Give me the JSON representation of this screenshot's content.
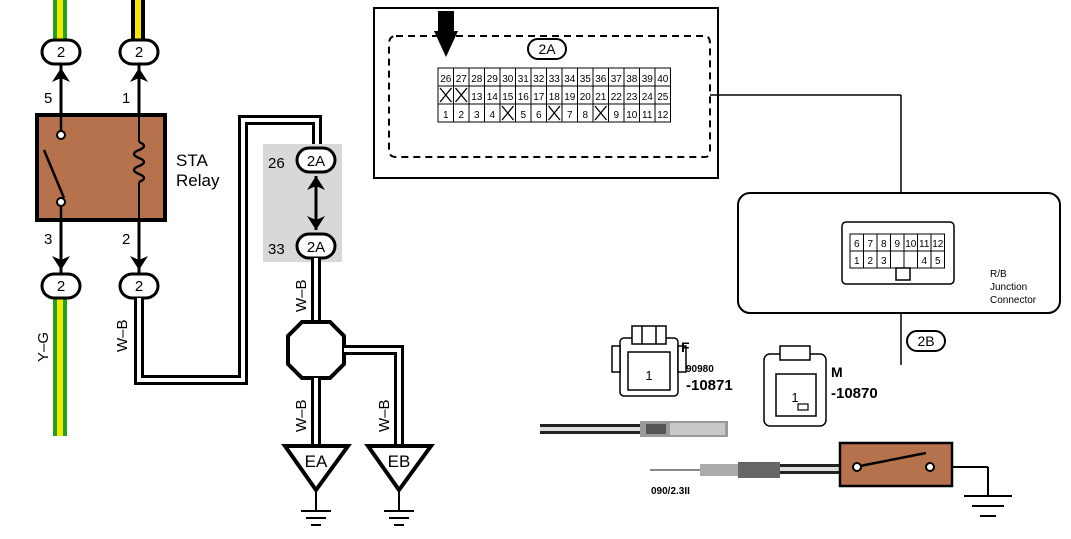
{
  "relay": {
    "name_line1": "STA",
    "name_line2": "Relay",
    "pin_top_left": "5",
    "pin_top_right": "1",
    "pin_bottom_left": "3",
    "pin_bottom_right": "2"
  },
  "relay_connectors": {
    "top_left": "2",
    "top_right": "2",
    "bottom_left": "2",
    "bottom_right": "2"
  },
  "wire_labels": {
    "yg": "Y–G",
    "wb_relay": "W–B",
    "wb_mid": "W–B",
    "wb_ea": "W–B",
    "wb_eb": "W–B"
  },
  "joint_connector": {
    "top_pin": "26",
    "top_label": "2A",
    "bottom_pin": "33",
    "bottom_label": "2A"
  },
  "grounds": {
    "ea": "EA",
    "eb": "EB"
  },
  "connector_2a": {
    "label": "2A",
    "row1": [
      "26",
      "27",
      "28",
      "29",
      "30",
      "31",
      "32",
      "33",
      "34",
      "35",
      "36",
      "37",
      "38",
      "39",
      "40"
    ],
    "row2": [
      "X",
      "X",
      "13",
      "14",
      "15",
      "16",
      "17",
      "18",
      "19",
      "20",
      "21",
      "22",
      "23",
      "24",
      "25"
    ],
    "row3": [
      "1",
      "2",
      "3",
      "4",
      "X",
      "5",
      "6",
      "X",
      "7",
      "8",
      "X",
      "9",
      "10",
      "11",
      "12"
    ]
  },
  "junction_connector": {
    "row1": [
      "6",
      "7",
      "8",
      "9",
      "10",
      "11",
      "12"
    ],
    "row2": [
      "1",
      "2",
      "3",
      "",
      "",
      "4",
      "5"
    ],
    "caption_line1": "R/B",
    "caption_line2": "Junction",
    "caption_line3": "Connector",
    "tag": "2B"
  },
  "female_connector": {
    "letter": "F",
    "pin": "1",
    "part_line1": "90980",
    "part_line2": "-10871"
  },
  "male_connector": {
    "letter": "M",
    "pin": "1",
    "part_line1": "-10870"
  },
  "terminal_note": "090/2.3II",
  "colors": {
    "relay_fill": "#b5724c",
    "joint_bg": "#d8d8d8",
    "wire_yellow": "#f4e800",
    "wire_green": "#22a022"
  }
}
